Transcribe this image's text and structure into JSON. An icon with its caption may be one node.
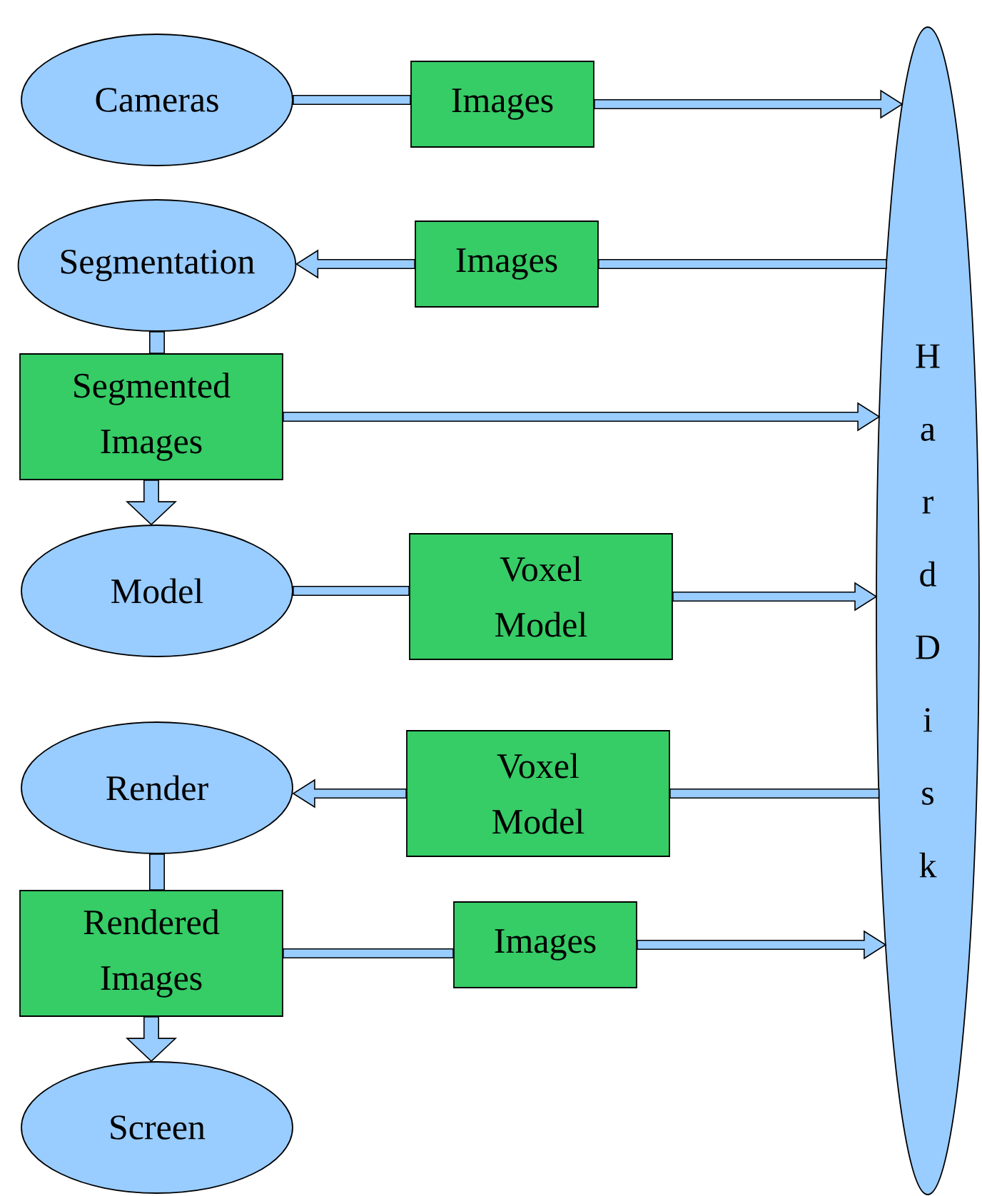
{
  "diagram": {
    "nodes": [
      {
        "text": [
          "Cameras"
        ]
      },
      {
        "text": [
          "Images"
        ]
      },
      {
        "text": [
          "Hard Disk"
        ]
      },
      {
        "text": [
          "Segmentation"
        ]
      },
      {
        "text": [
          "Images"
        ]
      },
      {
        "text": [
          "Segmented Images"
        ]
      },
      {
        "text": [
          "Model"
        ]
      },
      {
        "text": [
          "Voxel Model"
        ]
      },
      {
        "text": [
          "Render"
        ]
      },
      {
        "text": [
          "Voxel Model"
        ]
      },
      {
        "text": [
          "Rendered Images"
        ]
      },
      {
        "text": [
          "Images"
        ]
      },
      {
        "text": [
          "Screen"
        ]
      }
    ],
    "edges": [
      {
        "from": 0,
        "to": 1,
        "arrow": "none"
      },
      {
        "from": 1,
        "to": 2,
        "arrow": "to"
      },
      {
        "from": 2,
        "to": 4,
        "arrow": "none"
      },
      {
        "from": 4,
        "to": 3,
        "arrow": "to"
      },
      {
        "from": 3,
        "to": 5,
        "arrow": "none"
      },
      {
        "from": 5,
        "to": 2,
        "arrow": "to"
      },
      {
        "from": 5,
        "to": 6,
        "arrow": "to"
      },
      {
        "from": 6,
        "to": 7,
        "arrow": "none"
      },
      {
        "from": 7,
        "to": 2,
        "arrow": "to"
      },
      {
        "from": 2,
        "to": 9,
        "arrow": "none"
      },
      {
        "from": 9,
        "to": 8,
        "arrow": "to"
      },
      {
        "from": 8,
        "to": 10,
        "arrow": "none"
      },
      {
        "from": 10,
        "to": 11,
        "arrow": "none"
      },
      {
        "from": 11,
        "to": 2,
        "arrow": "to"
      },
      {
        "from": 10,
        "to": 12,
        "arrow": "to"
      }
    ]
  }
}
